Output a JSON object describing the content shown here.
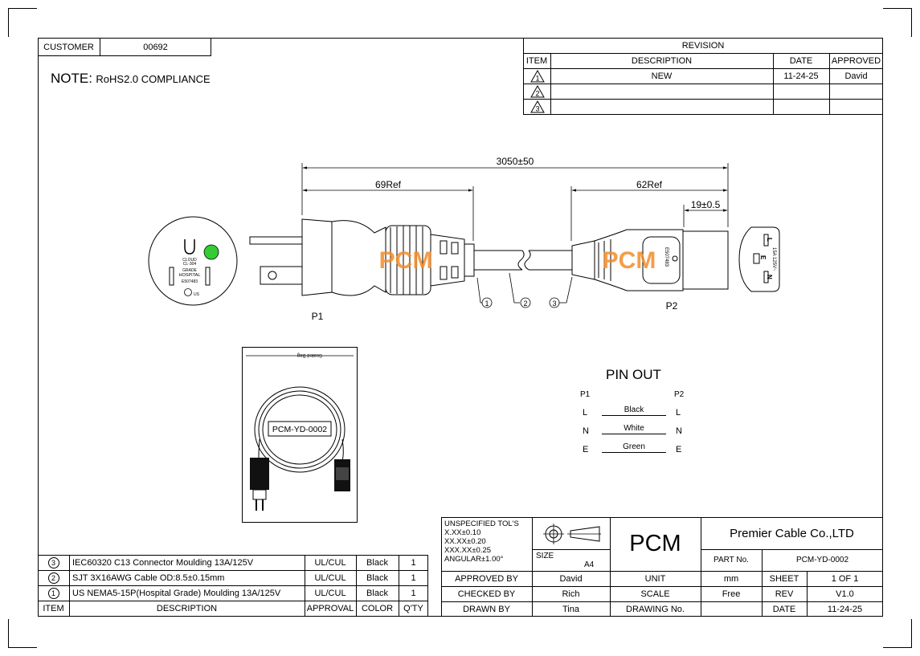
{
  "customer": {
    "label": "CUSTOMER",
    "value": "00692"
  },
  "note": {
    "label": "NOTE:",
    "text": "RoHS2.0 COMPLIANCE"
  },
  "revision": {
    "title": "REVISION",
    "headers": [
      "ITEM",
      "DESCRIPTION",
      "DATE",
      "APPROVED"
    ],
    "rows": [
      {
        "item": "1",
        "description": "NEW",
        "date": "11-24-25",
        "approved": "David"
      },
      {
        "item": "2",
        "description": "",
        "date": "",
        "approved": ""
      },
      {
        "item": "3",
        "description": "",
        "date": "",
        "approved": ""
      }
    ]
  },
  "drawing": {
    "overall_length": "3050±50",
    "p1_length": "69Ref",
    "p2_length": "62Ref",
    "p2_tip": "19±0.5",
    "p1_label": "P1",
    "p2_label": "P2",
    "callouts": [
      "1",
      "2",
      "3"
    ],
    "brand_watermark": "PCM",
    "p1_face": {
      "line1": "CLOUD",
      "line2": "CL-304",
      "line3": "GRADE",
      "line4": "HOSPITAL",
      "line5": "E507483",
      "ul_mark": "US",
      "dot_color": "#33cc33"
    },
    "p2_body_text": "E507483",
    "p2_face_text": "15A 125V~",
    "p2_face_letters": [
      "L",
      "E",
      "N"
    ],
    "package_label": "PCM-YD-0002",
    "package_seal": "Sealed Bag"
  },
  "pinout": {
    "title": "PIN OUT",
    "p1": "P1",
    "p2": "P2",
    "rows": [
      {
        "p1": "L",
        "wire": "Black",
        "p2": "L"
      },
      {
        "p1": "N",
        "wire": "White",
        "p2": "N"
      },
      {
        "p1": "E",
        "wire": "Green",
        "p2": "E"
      }
    ]
  },
  "bom": {
    "headers": [
      "ITEM",
      "DESCRIPTION",
      "APPROVAL",
      "COLOR",
      "Q'TY"
    ],
    "rows": [
      {
        "item": "3",
        "description": "IEC60320 C13 Connector Moulding 13A/125V",
        "approval": "UL/CUL",
        "color": "Black",
        "qty": "1"
      },
      {
        "item": "2",
        "description": "SJT 3X16AWG Cable OD:8.5±0.15mm",
        "approval": "UL/CUL",
        "color": "Black",
        "qty": "1"
      },
      {
        "item": "1",
        "description": "US NEMA5-15P(Hospital Grade) Moulding 13A/125V",
        "approval": "UL/CUL",
        "color": "Black",
        "qty": "1"
      }
    ]
  },
  "title_block": {
    "tolerances": [
      "UNSPECIFIED TOL'S",
      "X.XX±0.10",
      "XX.XX±0.20",
      "XXX.XX±0.25",
      "ANGULAR±1.00°"
    ],
    "size_label": "SIZE",
    "size_value": "A4",
    "logo": "PCM",
    "company": "Premier Cable Co.,LTD",
    "part_no_label": "PART No.",
    "part_no": "PCM-YD-0002",
    "approved_by_label": "APPROVED BY",
    "approved_by": "David",
    "checked_by_label": "CHECKED BY",
    "checked_by": "Rich",
    "drawn_by_label": "DRAWN BY",
    "drawn_by": "Tina",
    "unit_label": "UNIT",
    "unit": "mm",
    "scale_label": "SCALE",
    "scale": "Free",
    "drawing_no_label": "DRAWING No.",
    "sheet_label": "SHEET",
    "sheet": "1 OF 1",
    "rev_label": "REV",
    "rev": "V1.0",
    "date_label": "DATE",
    "date": "11-24-25"
  },
  "colors": {
    "accent": "#f28c28",
    "line": "#000000",
    "green_dot": "#33cc33"
  }
}
